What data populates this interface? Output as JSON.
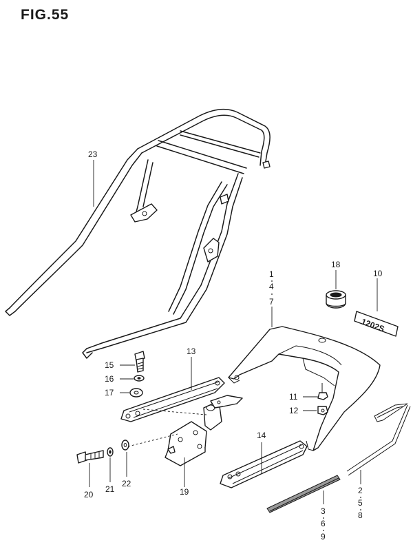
{
  "figure": {
    "title": "FIG.55"
  },
  "emblem_text": "1202S",
  "callouts": {
    "c23": "23",
    "c1": "1",
    "c4": "4",
    "c7": "7",
    "c18": "18",
    "c10": "10",
    "c13": "13",
    "c15": "15",
    "c16": "16",
    "c17": "17",
    "c11": "11",
    "c12": "12",
    "c14": "14",
    "c20": "20",
    "c21": "21",
    "c22": "22",
    "c19": "19",
    "c2": "2",
    "c5": "5",
    "c8": "8",
    "c3": "3",
    "c6": "6",
    "c9": "9"
  }
}
